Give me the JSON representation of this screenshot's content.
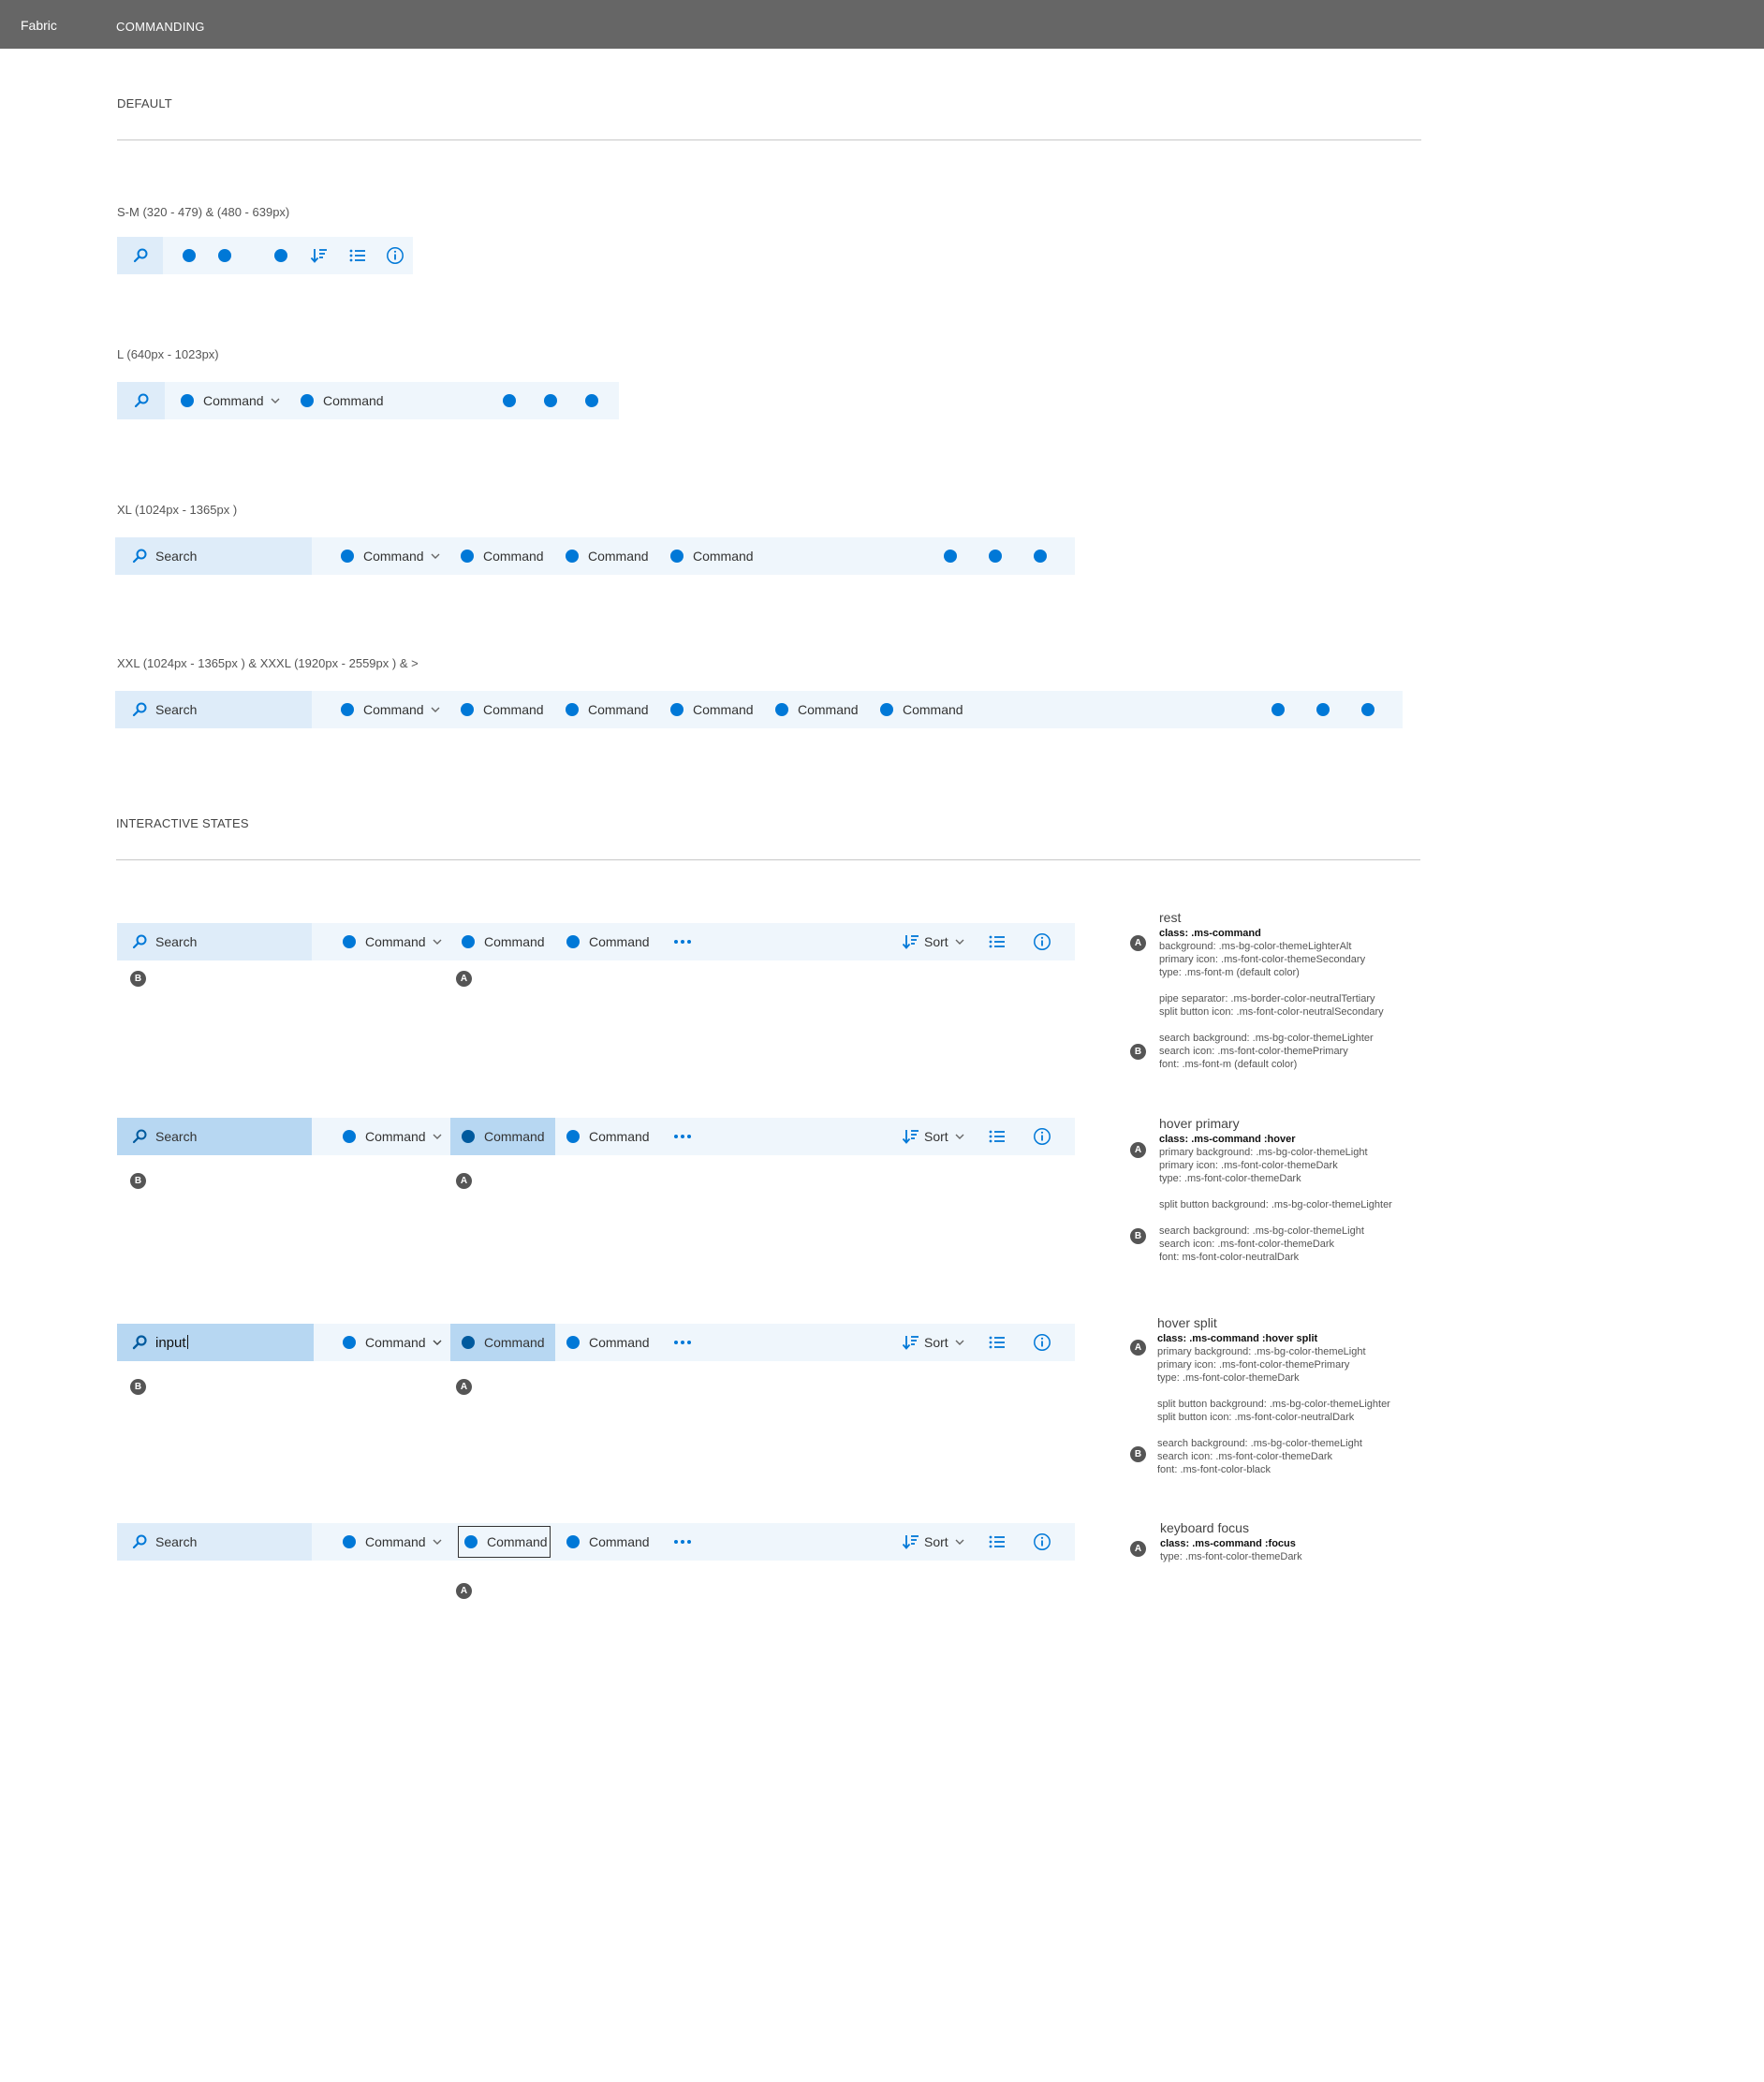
{
  "header": {
    "brand": "Fabric",
    "section": "COMMANDING"
  },
  "default": {
    "heading": "DEFAULT",
    "sm": {
      "label": "S-M (320 - 479) & (480 - 639px)"
    },
    "l": {
      "label": "L (640px - 1023px)",
      "commands": [
        "Command",
        "Command"
      ]
    },
    "xl": {
      "label": "XL (1024px - 1365px )",
      "search": "Search",
      "commands": [
        "Command",
        "Command",
        "Command",
        "Command"
      ]
    },
    "xxl": {
      "label": "XXL (1024px - 1365px ) & XXXL (1920px - 2559px ) & >",
      "search": "Search",
      "commands": [
        "Command",
        "Command",
        "Command",
        "Command",
        "Command",
        "Command"
      ]
    }
  },
  "interactive": {
    "heading": "INTERACTIVE STATES",
    "rows": [
      {
        "search": "Search",
        "commands": [
          "Command",
          "Command",
          "Command"
        ],
        "sort": "Sort",
        "badge_a": "A",
        "badge_b": "B",
        "note": {
          "title": "rest",
          "class": "class: .ms-command",
          "a_lines": [
            "background: .ms-bg-color-themeLighterAlt",
            "primary icon: .ms-font-color-themeSecondary",
            "type: .ms-font-m (default color)"
          ],
          "extra_lines": [
            "pipe separator: .ms-border-color-neutralTertiary",
            "split button icon: .ms-font-color-neutralSecondary"
          ],
          "b_lines": [
            "search background: .ms-bg-color-themeLighter",
            "search icon: .ms-font-color-themePrimary",
            "font: .ms-font-m (default color)"
          ]
        }
      },
      {
        "search": "Search",
        "commands": [
          "Command",
          "Command",
          "Command"
        ],
        "sort": "Sort",
        "badge_a": "A",
        "badge_b": "B",
        "note": {
          "title": "hover primary",
          "class": "class: .ms-command :hover",
          "a_lines": [
            "primary background: .ms-bg-color-themeLight",
            "primary icon: .ms-font-color-themeDark",
            "type: .ms-font-color-themeDark"
          ],
          "extra_lines": [
            "split button background: .ms-bg-color-themeLighter"
          ],
          "b_lines": [
            "search background: .ms-bg-color-themeLight",
            "search icon: .ms-font-color-themeDark",
            "font: ms-font-color-neutralDark"
          ]
        }
      },
      {
        "search": "input",
        "commands": [
          "Command",
          "Command",
          "Command"
        ],
        "sort": "Sort",
        "badge_a": "A",
        "badge_b": "B",
        "note": {
          "title": "hover split",
          "class": "class: .ms-command :hover split",
          "a_lines": [
            "primary background: .ms-bg-color-themeLight",
            "primary icon: .ms-font-color-themePrimary",
            "type: .ms-font-color-themeDark"
          ],
          "extra_lines": [
            "split button background: .ms-bg-color-themeLighter",
            "split button icon: .ms-font-color-neutralDark"
          ],
          "b_lines": [
            "search background: .ms-bg-color-themeLight",
            "search icon: .ms-font-color-themeDark",
            "font: .ms-font-color-black"
          ]
        }
      },
      {
        "search": "Search",
        "commands": [
          "Command",
          "Command",
          "Command"
        ],
        "sort": "Sort",
        "badge_a": "A",
        "note": {
          "title": "keyboard focus",
          "class": "class: .ms-command :focus",
          "a_lines": [
            "type: .ms-font-color-themeDark"
          ]
        }
      }
    ]
  },
  "icons": {
    "search": "magnifier-icon",
    "sort": "sort-icon",
    "list": "list-icon",
    "info": "info-icon",
    "chevron": "chevron-down-icon",
    "more": "ellipsis-icon",
    "command": "circle-icon"
  },
  "colors": {
    "topbar": "#666666",
    "bar": "#eff6fc",
    "search": "#deecf9",
    "hover": "#b7d7f2",
    "primary": "#0078d7",
    "primary_dark": "#005a9e",
    "badge": "#555555"
  }
}
